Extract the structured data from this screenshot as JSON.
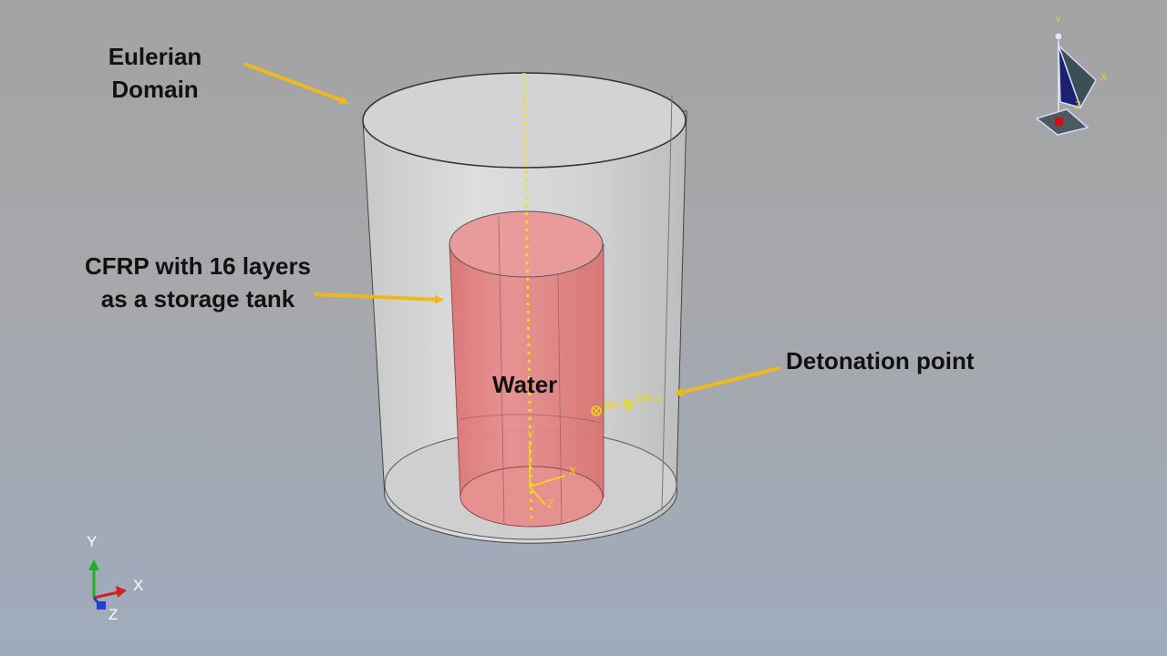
{
  "annotations": {
    "eulerian_line1": "Eulerian",
    "eulerian_line2": "Domain",
    "cfrp_line1": "CFRP with 16 layers",
    "cfrp_line2": "as a storage tank",
    "detonation": "Detonation point",
    "water": "Water"
  },
  "reference_points": {
    "rp_left": "RP",
    "rp_right": "RP-1"
  },
  "local_axes": {
    "x": "X",
    "y": "Y",
    "z": "Z"
  },
  "triad": {
    "x": "X",
    "y": "Y",
    "z": "Z"
  },
  "view_cube": {
    "x": "X",
    "y": "Y",
    "z": "Z"
  },
  "colors": {
    "arrow": "#f0b81e",
    "datum_line": "#f2e10a",
    "tank_fill": "#e07a7a",
    "domain_fill": "#dcdcdc",
    "triad_x": "#d02020",
    "triad_y": "#20b020",
    "triad_z": "#2040d0"
  }
}
